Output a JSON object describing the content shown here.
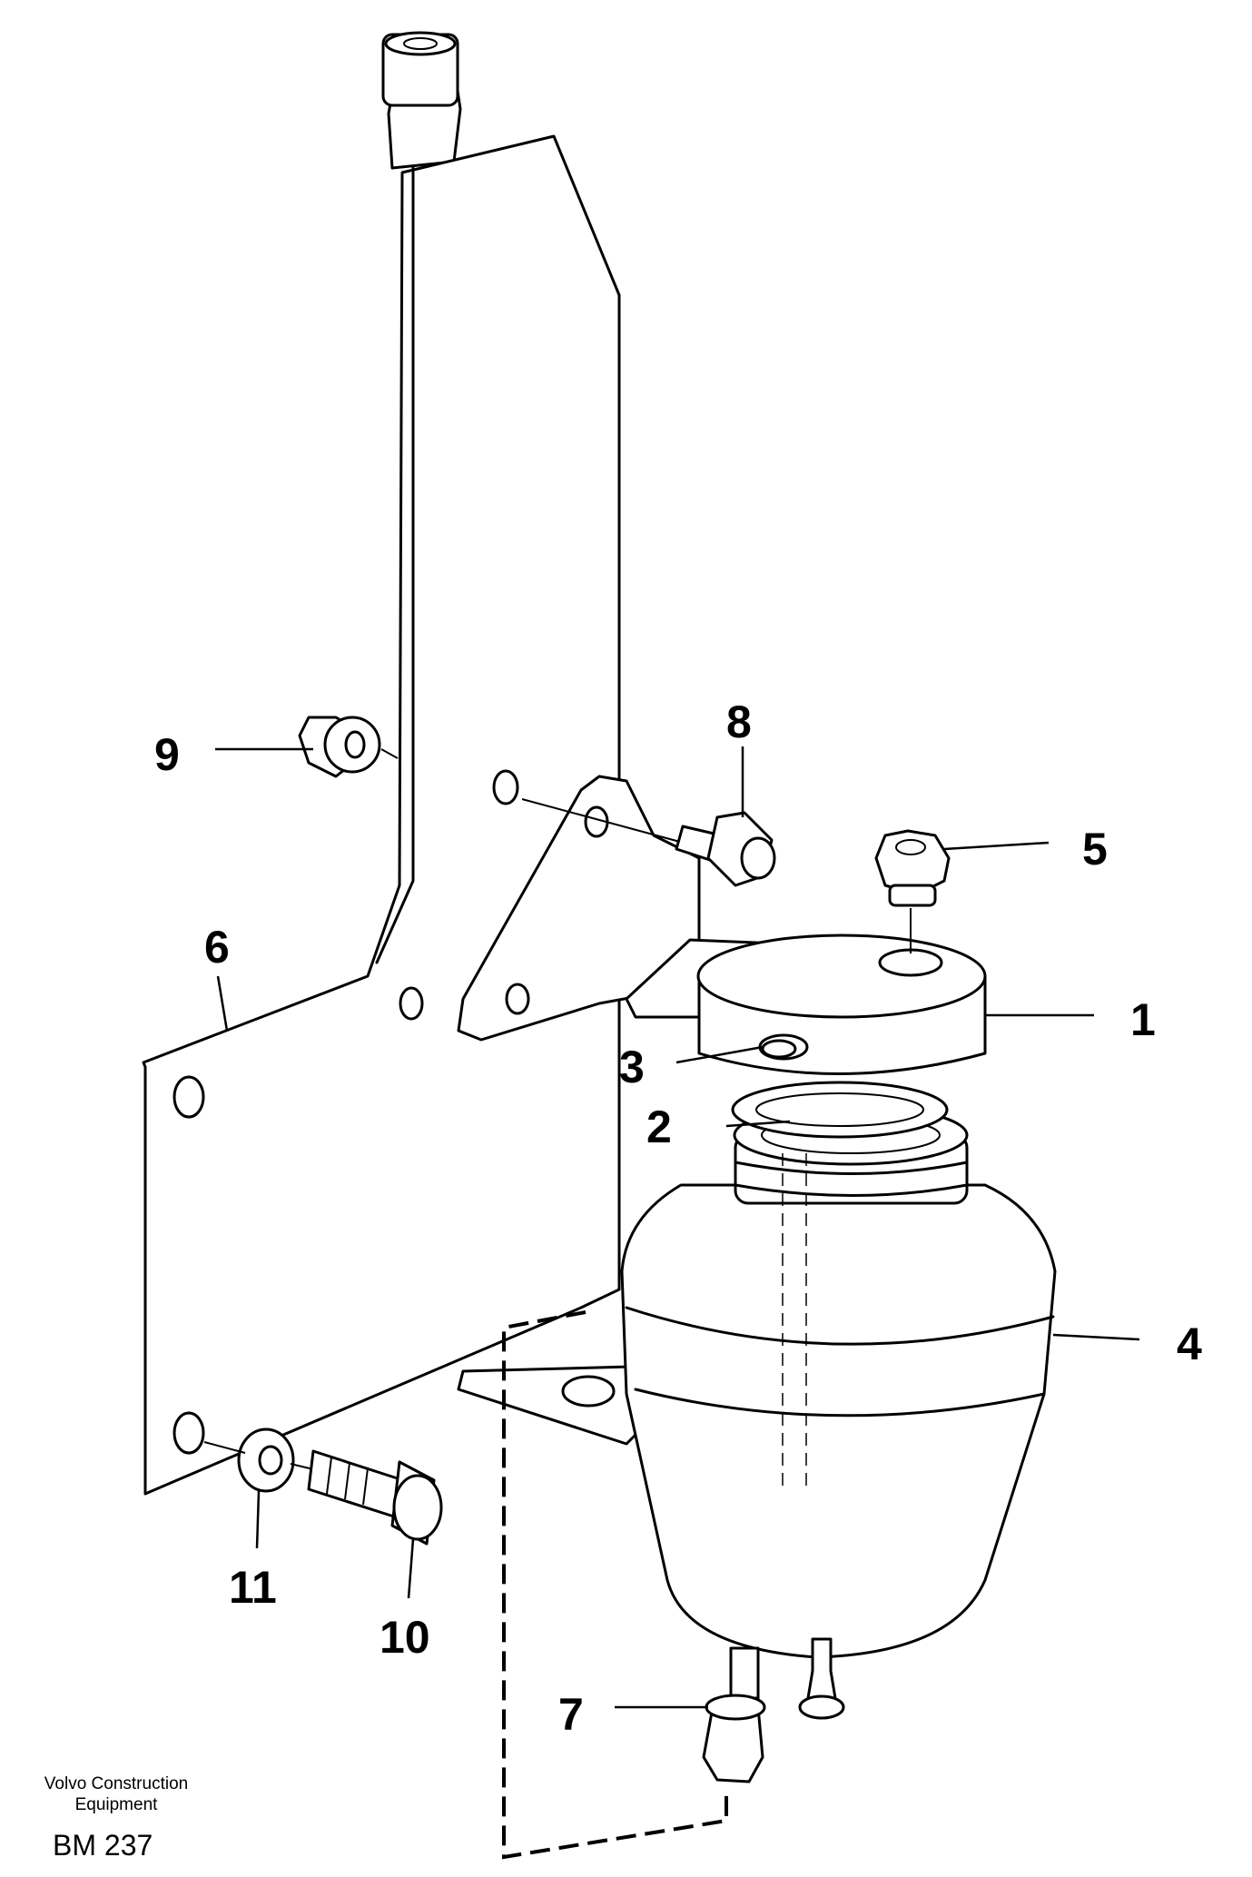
{
  "diagram": {
    "callouts": [
      "1",
      "2",
      "3",
      "4",
      "5",
      "6",
      "7",
      "8",
      "9",
      "10",
      "11"
    ],
    "footer": {
      "company_line1": "Volvo Construction",
      "company_line2": "Equipment",
      "document_id": "BM 237"
    }
  }
}
